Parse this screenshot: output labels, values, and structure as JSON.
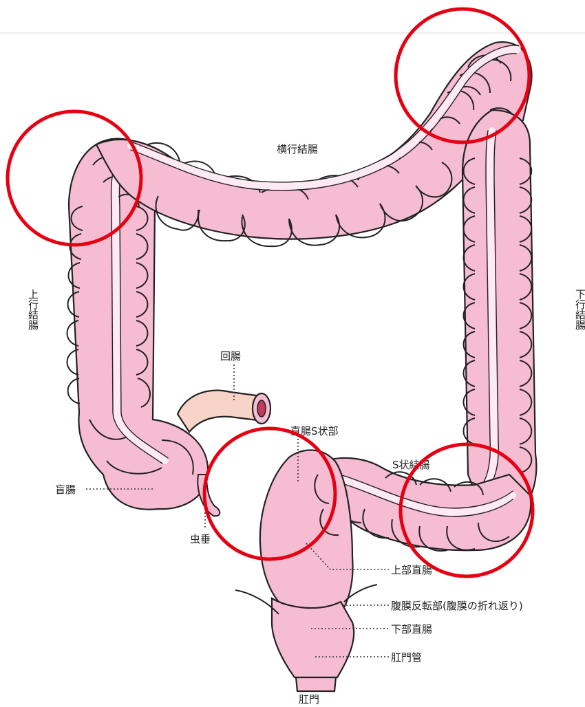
{
  "labels": {
    "transverse_colon": "横行結腸",
    "ascending_colon": "上行結腸",
    "descending_colon": "下行結腸",
    "ileum": "回腸",
    "rectosigmoid": "直腸S状部",
    "sigmoid_colon": "S状結腸",
    "cecum": "盲腸",
    "appendix": "虫垂",
    "upper_rectum": "上部直腸",
    "peritoneal_reflection": "腹膜反転部(腹膜の折れ返り)",
    "lower_rectum": "下部直腸",
    "anal_canal": "肛門管",
    "anus": "肛門"
  },
  "colors": {
    "colon_fill": "#f5bcd2",
    "teniae_band": "#fdeaf2",
    "outline": "#222222",
    "ileum_fill": "#f8d3c8",
    "highlight_circle": "#e60012"
  },
  "highlight_circles": [
    {
      "target": "hepatic-flexure"
    },
    {
      "target": "splenic-flexure"
    },
    {
      "target": "rectosigmoid"
    },
    {
      "target": "sigmoid-colon"
    }
  ]
}
